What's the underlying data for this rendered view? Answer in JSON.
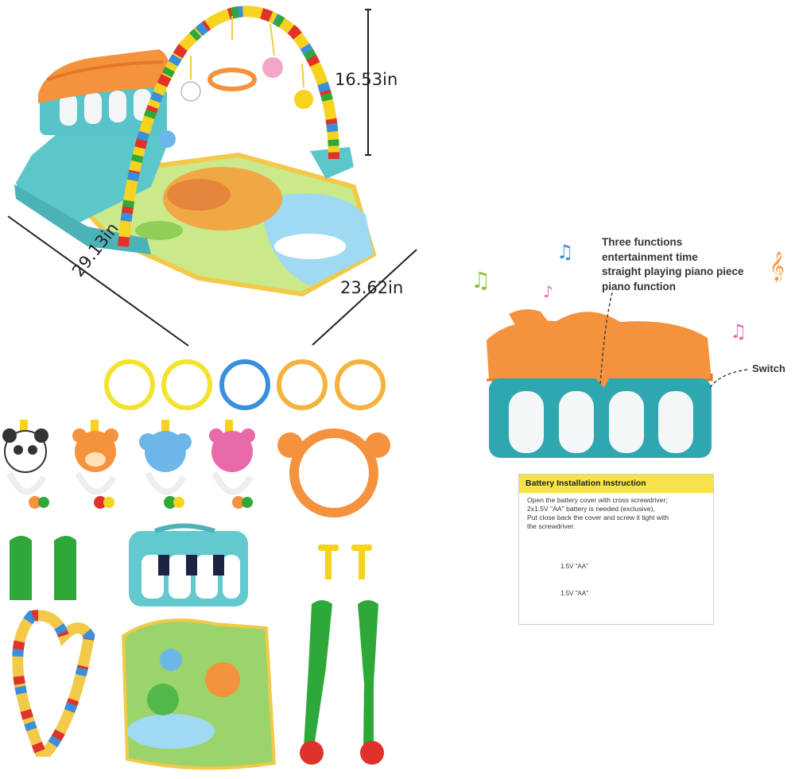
{
  "dimensions": {
    "height": "16.53in",
    "length": "29.13in",
    "width": "23.62in"
  },
  "functions": {
    "lines": [
      "Three functions",
      "entertainment time",
      "straight playing piano piece",
      "piano function"
    ]
  },
  "switch_label": "Switch",
  "battery": {
    "title": "Battery Installation Instruction",
    "text": [
      "Open the battery cover with cross screwdriver;",
      "2x1.5V \"AA\" battery is needed (exclusive),",
      "Put close back the cover and screw it tight with",
      "the screwdriver."
    ],
    "cell_labels": [
      "1.5V \"AA\"",
      "1.5V \"AA\""
    ]
  },
  "colors": {
    "orange": "#f5923e",
    "teal": "#4cc3c9",
    "yellow": "#f7d21e",
    "blue": "#3a8fdc",
    "green": "#2fa83a",
    "pink": "#e86aa9",
    "red": "#e0312b"
  }
}
